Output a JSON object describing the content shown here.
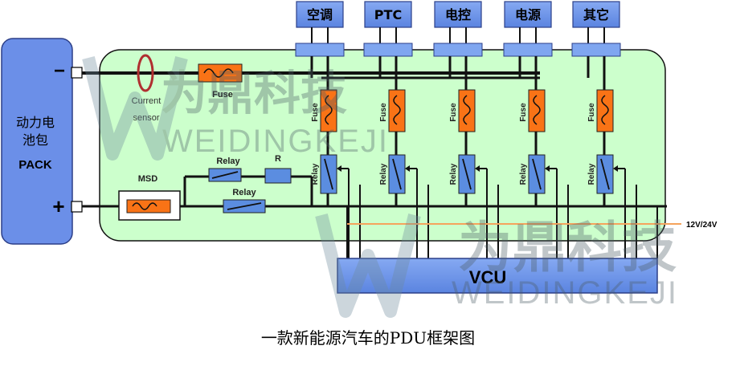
{
  "pack": {
    "label_line1": "动力电",
    "label_line2": "池包",
    "label_en": "PACK",
    "minus": "−",
    "plus": "+"
  },
  "loads": [
    "空调",
    "PTC",
    "电控",
    "电源",
    "其它"
  ],
  "labels": {
    "current_sensor_line1": "Current",
    "current_sensor_line2": "sensor",
    "fuse": "Fuse",
    "relay": "Relay",
    "resistor": "R",
    "msd": "MSD",
    "vcu": "VCU",
    "low_voltage": "12V/24V"
  },
  "watermark": {
    "cn": "为鼎科技",
    "en": "WEIDINGKEJI"
  },
  "caption": "一款新能源汽车的PDU框架图",
  "colors": {
    "board_fill": "#ccffcc",
    "pack_fill": "#6b8fe8",
    "load_fill": "#6b8fe8",
    "connector_fill": "#7fa6f0",
    "fuse_fill": "#f97316",
    "relay_fill": "#5b8de0",
    "vcu_fill": "#6b8fe8",
    "low_voltage_line": "#f5a35c",
    "sensor_ring": "#b03030"
  }
}
